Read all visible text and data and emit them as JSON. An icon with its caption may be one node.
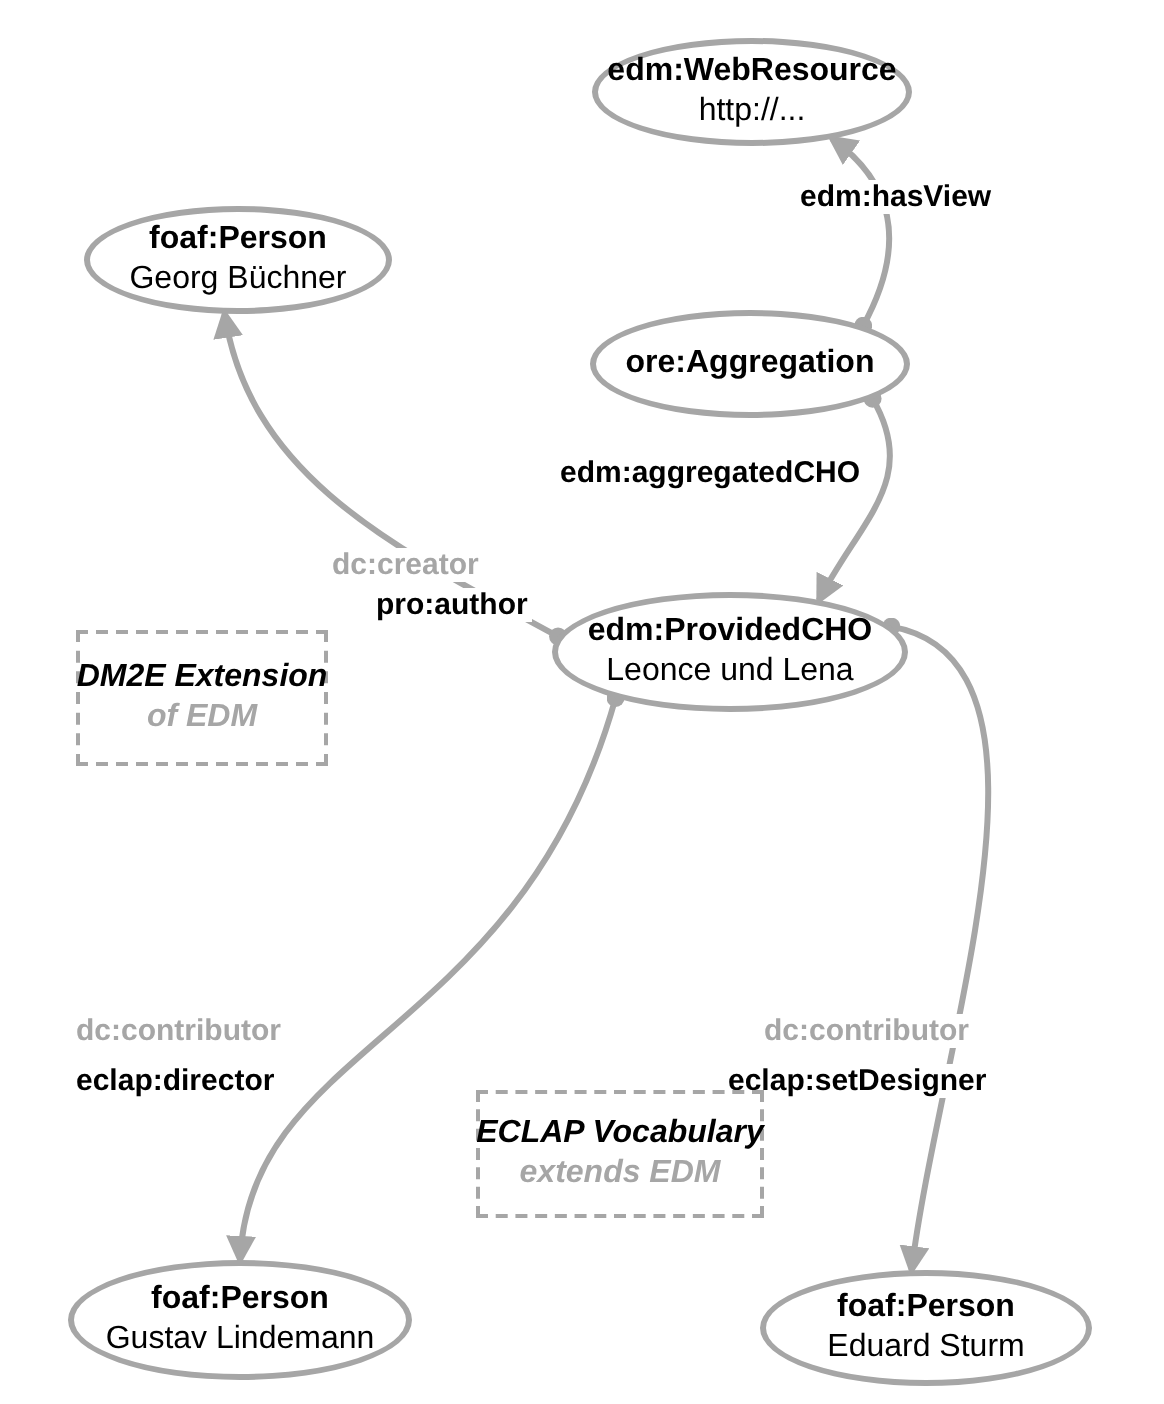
{
  "diagram": {
    "nodes": [
      {
        "text": [
          "edm:WebResource",
          "http://..."
        ]
      },
      {
        "text": [
          "foaf:Person",
          "Georg Büchner"
        ]
      },
      {
        "text": [
          "ore:Aggregation"
        ]
      },
      {
        "text": [
          "edm:ProvidedCHO",
          "Leonce und Lena"
        ]
      },
      {
        "text": [
          "DM2E Extension",
          "of EDM"
        ]
      },
      {
        "text": [
          "ECLAP Vocabulary",
          "extends EDM"
        ]
      },
      {
        "text": [
          "foaf:Person",
          "Gustav Lindemann"
        ]
      },
      {
        "text": [
          "foaf:Person",
          "Eduard Sturm"
        ]
      }
    ],
    "edges": [
      {
        "from": 2,
        "to": 0,
        "arrow": "to",
        "label": "edm:hasView"
      },
      {
        "from": 2,
        "to": 3,
        "arrow": "to",
        "label": "edm:aggregatedCHO"
      },
      {
        "from": 3,
        "to": 1,
        "arrow": "to",
        "label": "pro:author"
      },
      {
        "from": 3,
        "to": 6,
        "arrow": "to",
        "label": "eclap:director"
      },
      {
        "from": 3,
        "to": 7,
        "arrow": "to",
        "label": "eclap:setDesigner"
      }
    ],
    "labels": [
      "dc:creator",
      "dc:contributor",
      "dc:contributor"
    ]
  }
}
